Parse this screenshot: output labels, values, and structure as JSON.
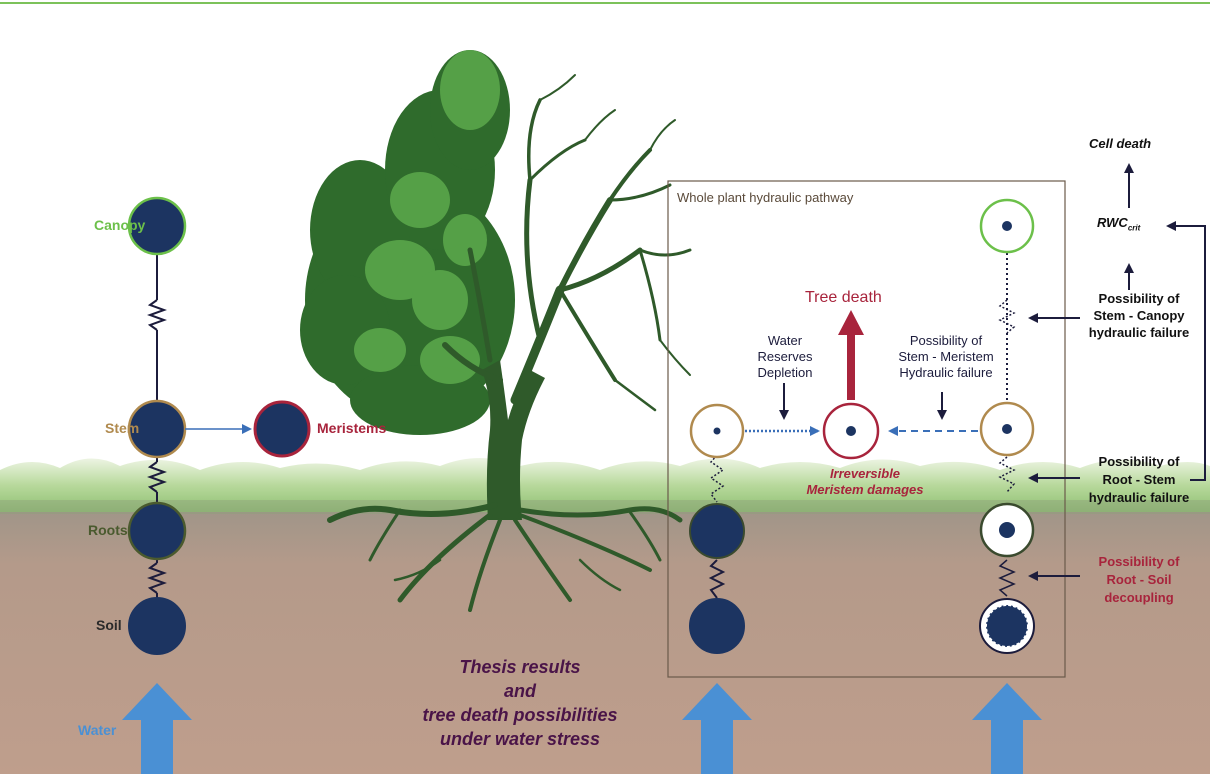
{
  "labels": {
    "canopy": "Canopy",
    "stem": "Stem",
    "roots": "Roots",
    "soil": "Soil",
    "water": "Water",
    "meristems": "Meristems",
    "box_title": "Whole plant hydraulic pathway",
    "tree_death": "Tree death",
    "water_reserves": [
      "Water",
      "Reserves",
      "Depletion"
    ],
    "stem_meristem": [
      "Possibility of",
      "Stem - Meristem",
      "Hydraulic failure"
    ],
    "irreversible": [
      "Irreversible",
      "Meristem damages"
    ],
    "cell_death": "Cell death",
    "rwc": "RWC",
    "rwc_sub": "crit",
    "stem_canopy": [
      "Possibility of",
      "Stem - Canopy",
      "hydraulic failure"
    ],
    "root_stem": [
      "Possibility of",
      "Root - Stem",
      "hydraulic failure"
    ],
    "root_soil": [
      "Possibility of",
      "Root - Soil",
      "decoupling"
    ],
    "thesis": [
      "Thesis results",
      "and",
      "tree death possibilities",
      "under water stress"
    ]
  },
  "colors": {
    "navy": "#1c3461",
    "canopy_green": "#6cc04a",
    "stem_brown": "#b08a4e",
    "roots_dark": "#4a5a2e",
    "meristem_red": "#a8243c",
    "water_blue": "#4a90d4",
    "tree_green": "#2f6b2c",
    "leaf_light": "#5aa64a",
    "soil": "#b79585",
    "grass": "#a9d08e",
    "thesis_purple": "#4a1448"
  }
}
